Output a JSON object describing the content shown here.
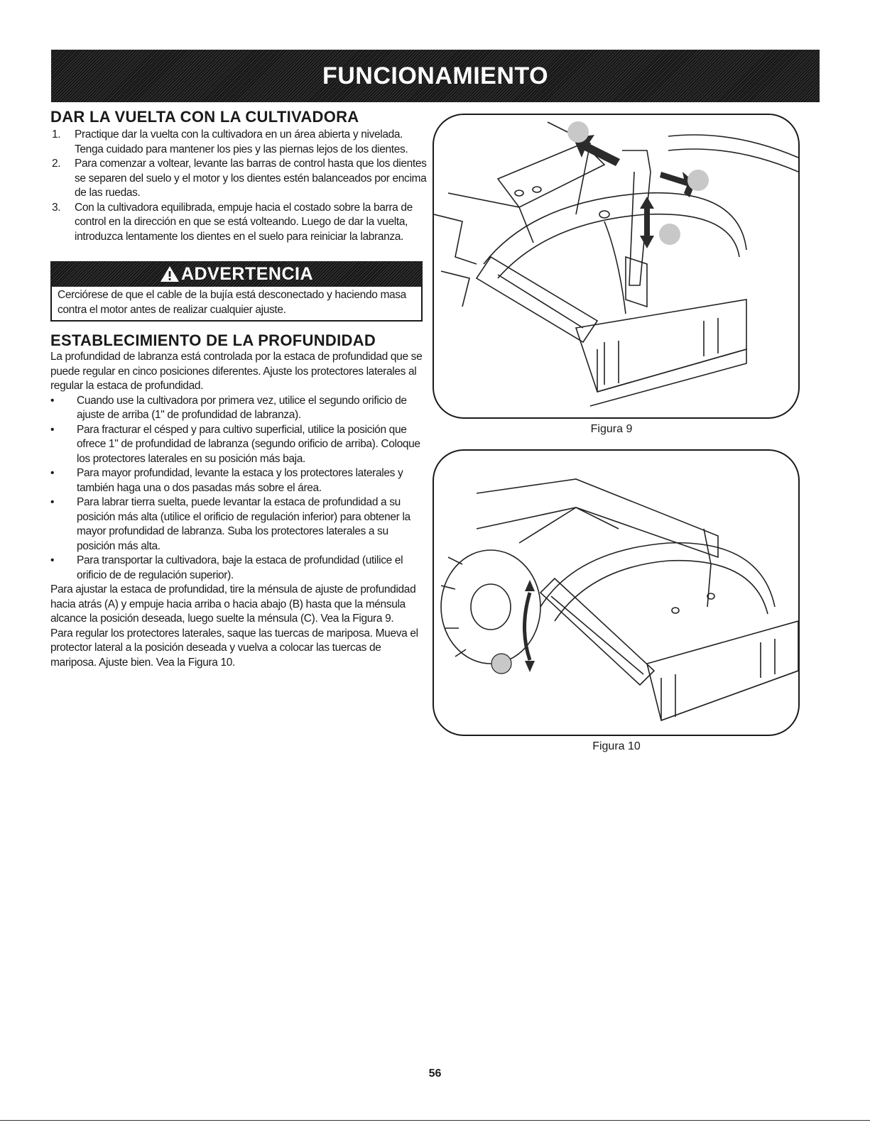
{
  "banner": {
    "title": "FUNCIONAMIENTO"
  },
  "turning": {
    "heading": "DAR LA VUELTA CON LA CULTIVADORA",
    "steps": [
      {
        "num": "1.",
        "text": "Practique dar la vuelta con la cultivadora en un área abierta y nivelada. Tenga cuidado para mantener los pies y las piernas lejos de los dientes."
      },
      {
        "num": "2.",
        "text": "Para comenzar a voltear, levante las barras de control hasta que los dientes se separen del suelo y el motor y los dientes estén balanceados por encima de las ruedas."
      },
      {
        "num": "3.",
        "text": "Con la cultivadora equilibrada, empuje hacia el costado sobre la barra de control en la dirección en que se está volteando. Luego de dar la vuelta, introduzca lentamente los dientes en el suelo para reiniciar la labranza."
      }
    ]
  },
  "warning": {
    "title": "ADVERTENCIA",
    "text": "Cerciórese de que el cable de la bujía está desconectado y haciendo masa contra el motor antes de realizar cualquier ajuste."
  },
  "depth": {
    "heading": "ESTABLECIMIENTO DE LA PROFUNDIDAD",
    "intro": "La profundidad de labranza está controlada por la estaca de profundidad que se puede regular en cinco posiciones diferentes. Ajuste los protectores laterales al regular la estaca de profundidad.",
    "bullets": [
      "Cuando use la cultivadora por primera vez, utilice el segundo orificio de ajuste de arriba (1\" de profundidad de labranza).",
      "Para fracturar el césped y para cultivo superficial, utilice la posición que ofrece 1\" de profundidad de labranza (segundo orificio de arriba). Coloque los protectores laterales en su posición más baja.",
      "Para mayor profundidad, levante la estaca y los protectores laterales y también haga una o dos pasadas más sobre el área.",
      "Para labrar tierra suelta, puede levantar la estaca de profundidad a su posición más alta (utilice el orificio de regulación inferior) para obtener la mayor profundidad de labranza. Suba los protectores laterales a su posición más alta.",
      "Para transportar la cultivadora, baje la estaca de profundidad (utilice el orificio de de regulación superior)."
    ],
    "adjust_text": "Para ajustar la estaca de profundidad, tire la ménsula de ajuste de profundidad hacia atrás (A) y empuje hacia arriba o hacia abajo (B) hasta que la ménsula alcance la posición deseada, luego suelte la ménsula (C). Vea la Figura 9.",
    "shields_text": "Para regular los protectores laterales, saque las tuercas de mariposa. Mueva el protector lateral a la posición deseada y vuelva a colocar las tuercas de mariposa. Ajuste bien. Vea la Figura 10."
  },
  "figures": {
    "fig9_caption": "Figura 9",
    "fig10_caption": "Figura 10"
  },
  "footer": {
    "page_number": "56"
  },
  "colors": {
    "banner": "#1f1f1f",
    "callout_dot": "#c8c8c8",
    "arrow": "#2b2b2b"
  }
}
